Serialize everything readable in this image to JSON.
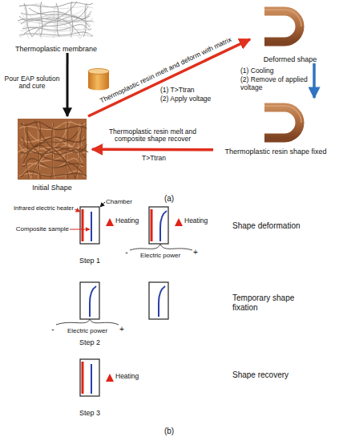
{
  "diagram": {
    "nodes": [
      {
        "text": [
          "Thermoplastic membrane"
        ]
      },
      {
        "text": [
          "Deformed shape"
        ]
      },
      {
        "text": [
          "Initial Shape"
        ]
      },
      {
        "text": [
          "Thermoplastic resin shape fixed"
        ]
      }
    ],
    "edges": [
      {
        "from": 0,
        "to": 2,
        "arrow": "to",
        "label": "Pour EAP solution and cure"
      },
      {
        "from": 2,
        "to": 1,
        "arrow": "to",
        "label": "Thermoplastic resin melt and deform with matrix"
      },
      {
        "from": 1,
        "to": 3,
        "arrow": "to"
      },
      {
        "from": 3,
        "to": 2,
        "arrow": "to",
        "label": "Thermoplastic resin melt and composite shape recover"
      }
    ],
    "labels": [
      "(1) T>Ttran",
      "(2) Apply voltage",
      "(1) Cooling",
      "(2) Remove of applied voltage",
      "T>Ttran",
      "(a)",
      "Infrared electric heater",
      "Chamber",
      "Heating",
      "Composite sample",
      "Heating",
      "Shape deformation",
      "-",
      "Electric power",
      "+",
      "Step 1",
      "Temporary shape fixation",
      "-",
      "Electric power",
      "+",
      "Step 2",
      "Heating",
      "Shape recovery",
      "Step 3",
      "(b)"
    ]
  }
}
